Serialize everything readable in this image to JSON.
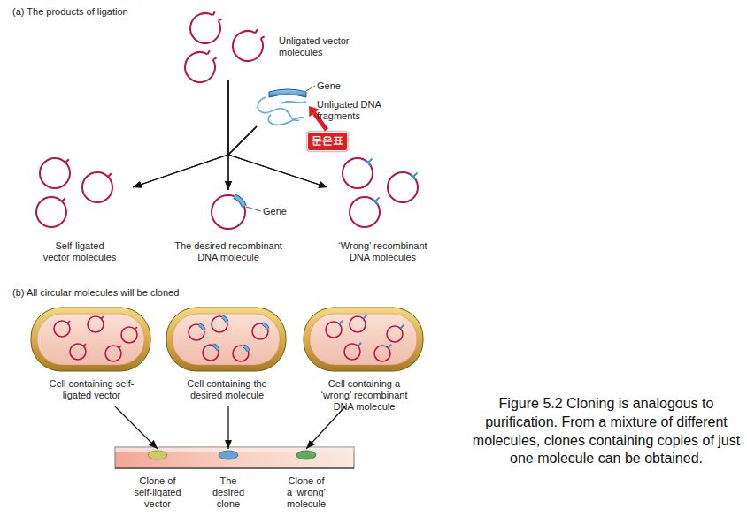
{
  "diagram": {
    "caption": "Figure 5.2 Cloning is analogous to purification. From a mixture of different molecules, clones containing copies of just one molecule can be obtained.",
    "nodes": [
      {
        "text": [
          "Unligated vector molecules"
        ]
      },
      {
        "text": [
          "Gene",
          "Unligated DNA fragments"
        ]
      },
      {
        "text": [
          "Self-ligated vector molecules"
        ]
      },
      {
        "text": [
          "Gene",
          "The desired recombinant DNA molecule"
        ]
      },
      {
        "text": [
          "‘Wrong’ recombinant DNA molecules"
        ]
      },
      {
        "text": [
          "Cell containing self-ligated vector"
        ]
      },
      {
        "text": [
          "Cell containing the desired molecule"
        ]
      },
      {
        "text": [
          "Cell containing a ‘wrong’ recombinant DNA molecule"
        ]
      },
      {
        "text": [
          "Clone of self-ligated vector"
        ]
      },
      {
        "text": [
          "The desired clone"
        ]
      },
      {
        "text": [
          "Clone of a ‘wrong’ molecule"
        ]
      }
    ],
    "edges": [
      {
        "from": 0,
        "to": 2,
        "arrow": "to"
      },
      {
        "from": 0,
        "to": 3,
        "arrow": "to"
      },
      {
        "from": 0,
        "to": 4,
        "arrow": "to"
      },
      {
        "from": 1,
        "to": 2,
        "arrow": "to"
      },
      {
        "from": 1,
        "to": 3,
        "arrow": "to"
      },
      {
        "from": 1,
        "to": 4,
        "arrow": "to"
      },
      {
        "from": 5,
        "to": 8,
        "arrow": "to"
      },
      {
        "from": 6,
        "to": 9,
        "arrow": "to"
      },
      {
        "from": 7,
        "to": 10,
        "arrow": "to"
      }
    ],
    "labels": [
      "(a) The products of ligation",
      "문은표",
      "(b) All circular molecules will be cloned"
    ]
  }
}
